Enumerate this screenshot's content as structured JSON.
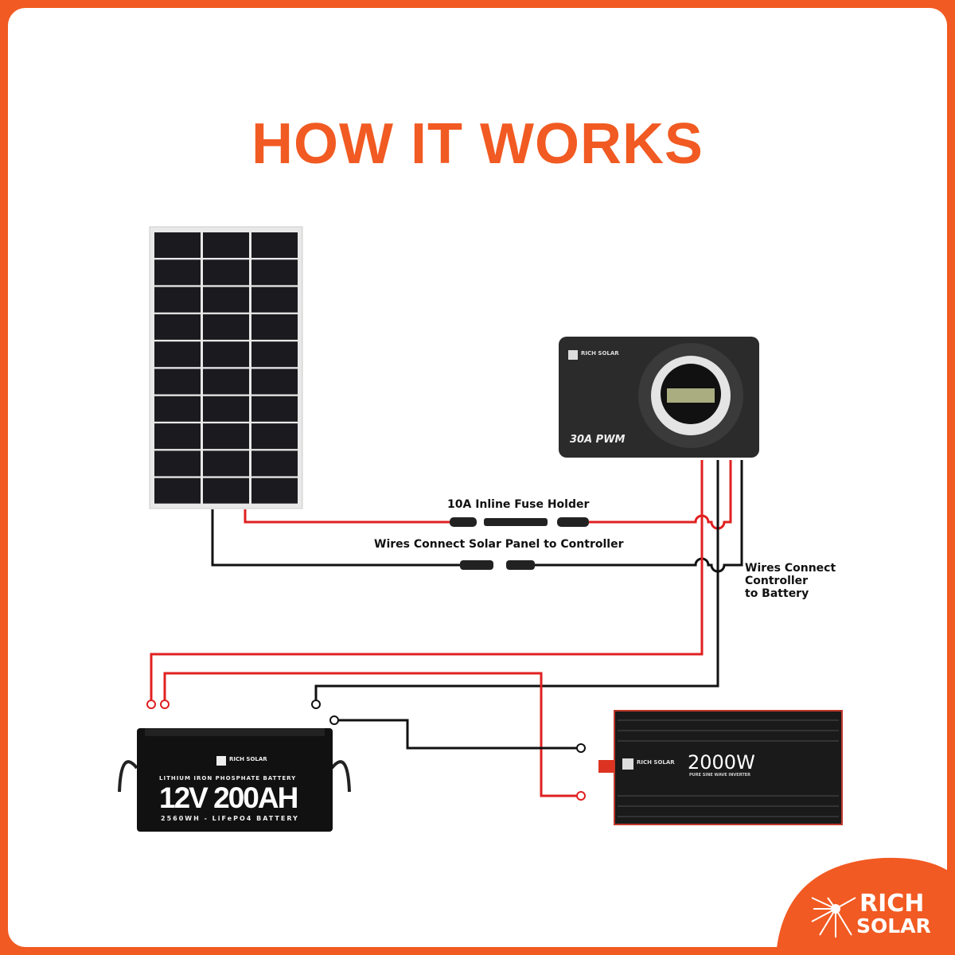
{
  "title": "HOW IT WORKS",
  "labels": {
    "fuse": "10A Inline Fuse Holder",
    "panel_to_controller": "Wires Connect Solar Panel to Controller",
    "controller_to_battery": [
      "Wires Connect",
      "Controller",
      "to Battery"
    ]
  },
  "controller": {
    "brand": "RICH SOLAR",
    "model": "30A PWM"
  },
  "battery": {
    "brand": "RICH SOLAR",
    "type": "LITHIUM IRON PHOSPHATE BATTERY",
    "rating": "12V 200AH",
    "sub": "2560WH - LiFePO4 BATTERY"
  },
  "inverter": {
    "brand": "RICH SOLAR",
    "rating": "2000W",
    "sub": "PURE SINE WAVE INVERTER"
  },
  "logo": {
    "line1": "RICH",
    "line2": "SOLAR"
  },
  "colors": {
    "accent": "#f15a22",
    "positive_wire": "#e02020",
    "negative_wire": "#111111"
  }
}
